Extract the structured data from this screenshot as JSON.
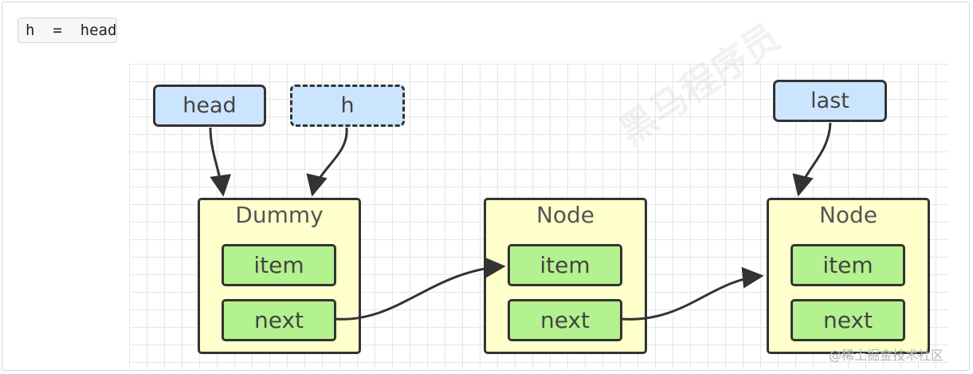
{
  "code_label": "h  =  head",
  "pointers": {
    "head": "head",
    "h": "h",
    "last": "last"
  },
  "nodes": [
    {
      "title": "Dummy",
      "item": "item",
      "next": "next"
    },
    {
      "title": "Node",
      "item": "item",
      "next": "next"
    },
    {
      "title": "Node",
      "item": "item",
      "next": "next"
    }
  ],
  "watermark": "黑马程序员",
  "credit": "@稀土掘金技术社区",
  "colors": {
    "pointer_fill": "#cce5ff",
    "node_fill": "#ffffcc",
    "field_fill": "#b3f28f",
    "stroke": "#333333",
    "grid": "#e6e6e6"
  }
}
